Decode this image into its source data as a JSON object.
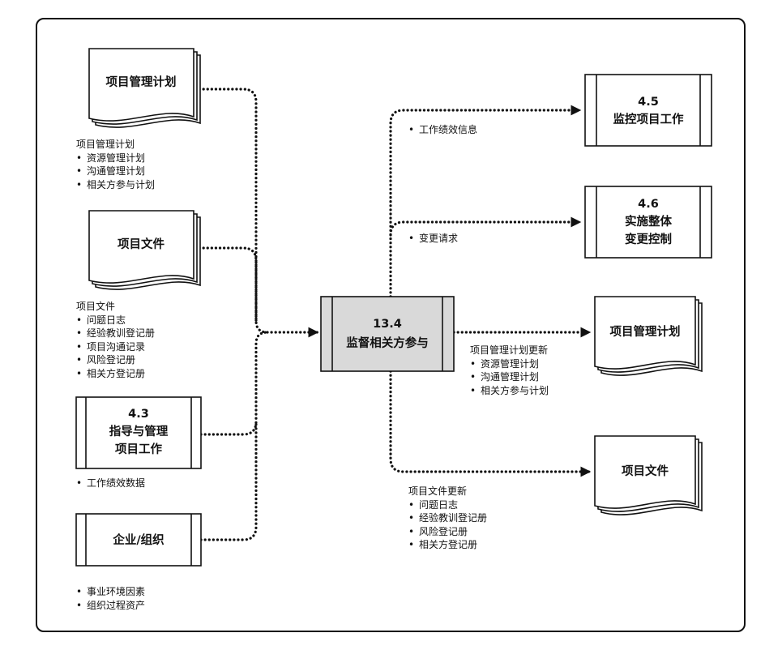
{
  "inputs": {
    "plan": {
      "title": "项目管理计划",
      "note_title": "项目管理计划",
      "items": [
        "资源管理计划",
        "沟通管理计划",
        "相关方参与计划"
      ]
    },
    "docs": {
      "title": "项目文件",
      "note_title": "项目文件",
      "items": [
        "问题日志",
        "经验教训登记册",
        "项目沟通记录",
        "风险登记册",
        "相关方登记册"
      ]
    },
    "process_43": {
      "line1": "4.3",
      "line2": "指导与管理",
      "line3": "项目工作",
      "items": [
        "工作绩效数据"
      ]
    },
    "enterprise": {
      "title": "企业/组织",
      "items": [
        "事业环境因素",
        "组织过程资产"
      ]
    }
  },
  "center": {
    "line1": "13.4",
    "line2": "监督相关方参与"
  },
  "outputs": {
    "process_45": {
      "line1": "4.5",
      "line2": "监控项目工作",
      "items": [
        "工作绩效信息"
      ]
    },
    "process_46": {
      "line1": "4.6",
      "line2": "实施整体",
      "line3": "变更控制",
      "items": [
        "变更请求"
      ]
    },
    "plan_update": {
      "title": "项目管理计划",
      "note_title": "项目管理计划更新",
      "items": [
        "资源管理计划",
        "沟通管理计划",
        "相关方参与计划"
      ]
    },
    "docs_update": {
      "title": "项目文件",
      "note_title": "项目文件更新",
      "items": [
        "问题日志",
        "经验教训登记册",
        "风险登记册",
        "相关方登记册"
      ]
    }
  }
}
